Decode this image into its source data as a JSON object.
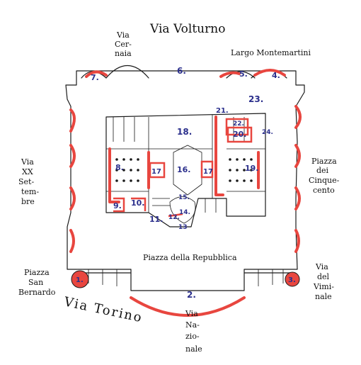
{
  "map": {
    "title": "Via Volturno",
    "streets": {
      "cernaia": [
        "Via",
        "Cer-",
        "naia"
      ],
      "montemartini": "Largo Montemartini",
      "xx_settembre": [
        "Via",
        "XX",
        "Set-",
        "tem-",
        "bre"
      ],
      "cinquecento": [
        "Piazza",
        "dei",
        "Cinque-",
        "cento"
      ],
      "repubblica": "Piazza della Repubblica",
      "san_bernardo": [
        "Piazza",
        "San",
        "Bernardo"
      ],
      "viminale": [
        "Via",
        "del",
        "Vimi-",
        "nale"
      ],
      "torino": "Via Torino",
      "nazionale": [
        "Via",
        "Na-",
        "zio-",
        "nale"
      ]
    },
    "labels": {
      "n1": "1.",
      "n2": "2.",
      "n3": "3.",
      "n4": "4.",
      "n5": "5.",
      "n6": "6.",
      "n7": "7.",
      "n8": "8.",
      "n9": "9.",
      "n10": "10.",
      "n11": "11.",
      "n12": "12.",
      "n13": "13",
      "n14": "14.",
      "n15": "15.",
      "n16": "16.",
      "n17a": "17",
      "n17b": "17",
      "n18": "18.",
      "n19": "19.",
      "n20": "20.",
      "n21": "21.",
      "n22": "22.",
      "n23": "23.",
      "n24": "24."
    },
    "colors": {
      "ink": "#1a1a1a",
      "highlight_red": "#e8463f",
      "number_blue": "#2b2f8c"
    }
  }
}
